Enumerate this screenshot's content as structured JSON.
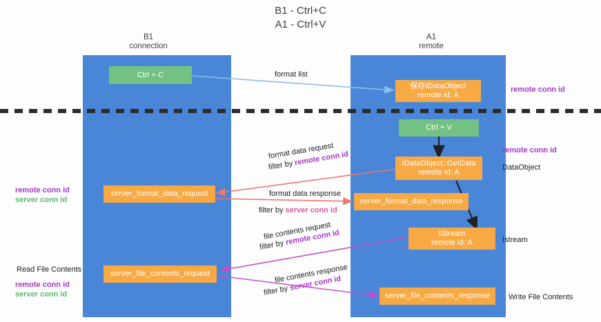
{
  "title": "B1 - Ctrl+C\nA1 - Ctrl+V",
  "columns": [
    {
      "name": "B1",
      "role": "connection"
    },
    {
      "name": "A1",
      "role": "remote"
    }
  ],
  "boxes": {
    "ctrl_c": {
      "line1": "Ctrl + C",
      "color": "#73c283"
    },
    "ctrl_v": {
      "line1": "Ctrl + V",
      "color": "#73c283"
    },
    "save_idataobject": {
      "line1": "保存IDataObject",
      "line2": "remote id: A",
      "color": "#f7a944"
    },
    "idataobject_getdata": {
      "line1": "IDataObject::GetData",
      "line2": "remote id: A",
      "color": "#f7a944"
    },
    "istream": {
      "line1": "IStream",
      "line2": "remote id: A",
      "color": "#f7a944"
    },
    "server_format_data_request": {
      "line1": "server_format_data_request",
      "color": "#f7a944"
    },
    "server_format_data_response": {
      "line1": "server_format_data_response",
      "color": "#f7a944"
    },
    "server_file_contents_request": {
      "line1": "server_file_contents_request",
      "color": "#f7a944"
    },
    "server_file_contents_response": {
      "line1": "server_file_contents_response",
      "color": "#f7a944"
    }
  },
  "flows": {
    "format_list": "format list",
    "format_data_request": "format data request",
    "format_data_request_filter_prefix": "filter by ",
    "format_data_request_filter_key": "remote conn id",
    "format_data_response": "format data response",
    "format_data_response_filter_prefix": "filter by ",
    "format_data_response_filter_key": "server conn id",
    "file_contents_request": "file contents request",
    "file_contents_request_filter_prefix": "filter by ",
    "file_contents_request_filter_key": "remote conn id",
    "file_contents_response": "file contents response",
    "file_contents_response_filter_prefix": "filter by ",
    "file_contents_response_filter_key": "server conn id"
  },
  "right_labels": {
    "remote_conn_id_top": "remote conn id",
    "remote_conn_id_mid": "remote conn id",
    "data_object": "DataObject",
    "istream": "Istream",
    "write_file_contents": "Write File Contents"
  },
  "left_labels": {
    "remote_conn_id_1": "remote conn id",
    "server_conn_id_1": "server conn id",
    "read_file_contents": "Read File Contents",
    "remote_conn_id_2": "remote conn id",
    "server_conn_id_2": "server conn id"
  },
  "colors": {
    "lane": "#4a86d8",
    "orange": "#f7a944",
    "green": "#73c283",
    "purple": "#a637c8",
    "pink": "#e0569b",
    "green_text": "#5fb572",
    "arrow_blue": "#8fbbe8",
    "arrow_red": "#f0756a",
    "arrow_magenta": "#c050c8",
    "arrow_black": "#202124",
    "divider": "#2b2b2b"
  }
}
